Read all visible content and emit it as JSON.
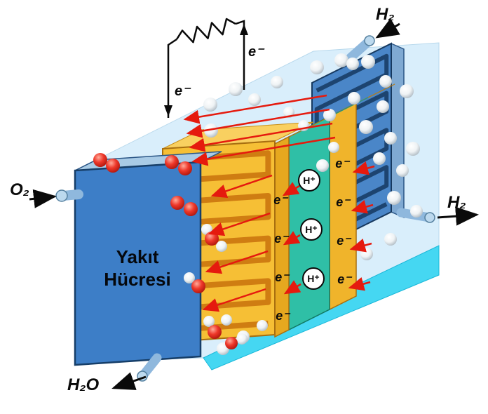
{
  "diagram": {
    "type": "fuel-cell",
    "title": {
      "line1": "Yakıt",
      "line2": "Hücresi"
    },
    "labels": {
      "oxygen_inlet": "O₂",
      "water_outlet": "H₂O",
      "hydrogen_inlet_top": "H₂",
      "hydrogen_outlet_right": "H₂",
      "electron": "e⁻",
      "proton": "H⁺"
    },
    "colors": {
      "end_plate_blue": "#3d7ec7",
      "flow_plate_blue": "#4a86c8",
      "electrode_gold": "#f6bf35",
      "membrane_teal": "#2fbfa6",
      "housing_light_blue": "#d9eefb",
      "floor_cyan": "#45d7f2",
      "electron_arrow_red": "#e51a0e",
      "wire_black": "#111111"
    }
  }
}
